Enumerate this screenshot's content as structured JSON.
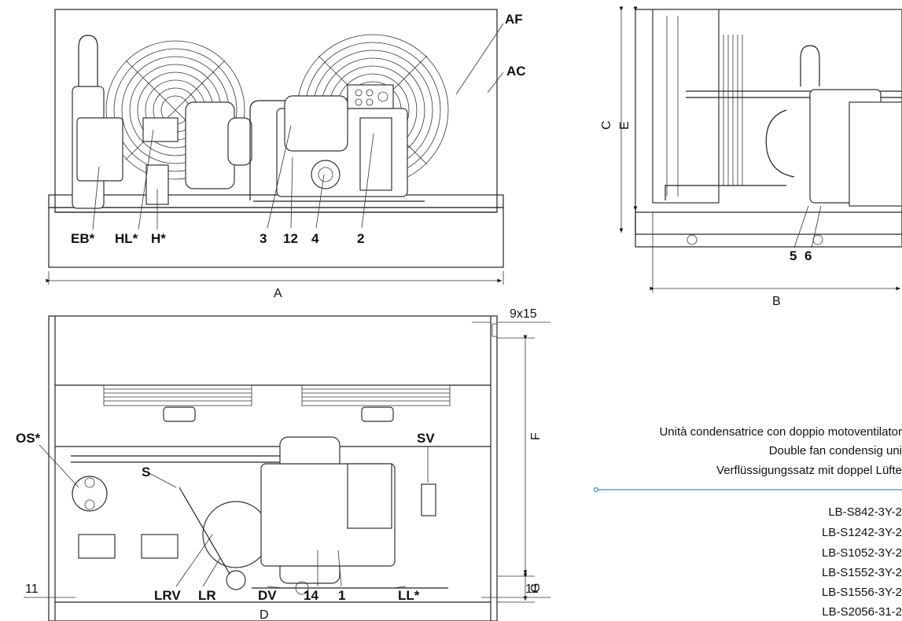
{
  "labels": {
    "af": "AF",
    "ac": "AC",
    "eb": "EB*",
    "hl": "HL*",
    "h": "H*",
    "n3": "3",
    "n12": "12",
    "n4": "4",
    "n2": "2",
    "n5": "5",
    "n6": "6",
    "os": "OS*",
    "s": "S",
    "sv": "SV",
    "lrv": "LRV",
    "lr": "LR",
    "dv": "DV",
    "n14": "14",
    "n1": "1",
    "ll": "LL*"
  },
  "dimensions": {
    "a": "A",
    "b": "B",
    "c": "C",
    "e": "E",
    "f": "F",
    "g": "G",
    "d": "D",
    "slot": "9x15",
    "left_margin": "11",
    "right_margin": "11"
  },
  "title": {
    "line1": "Unità condensatrice con doppio motoventilator",
    "line2": "Double fan condensig uni",
    "line3": "Verflüssigungssatz mit doppel Lüfte"
  },
  "models": [
    "LB-S842-3Y-2",
    "LB-S1242-3Y-2",
    "LB-S1052-3Y-2",
    "LB-S1552-3Y-2",
    "LB-S1556-3Y-2",
    "LB-S2056-31-2"
  ],
  "colors": {
    "accent_line": "#3a8fd0",
    "ink": "#111111"
  }
}
